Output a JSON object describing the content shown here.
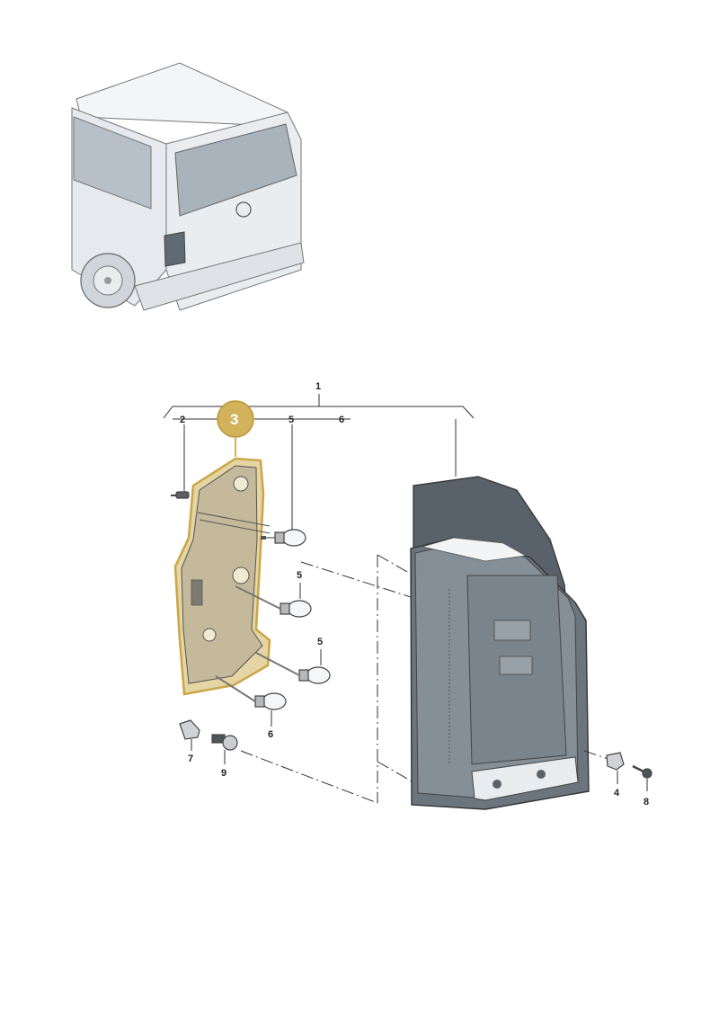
{
  "callout": {
    "label": "3",
    "color": "#d2b25a"
  },
  "labels": {
    "p1": "1",
    "p2": "2",
    "p5_top": "5",
    "p6_top": "6",
    "p5_mid": "5",
    "p5_low": "5",
    "p6_low": "6",
    "p7": "7",
    "p9": "9",
    "p4": "4",
    "p8": "8"
  },
  "colors": {
    "highlight": "#d2b25a",
    "lamp_body": "#5f6a74",
    "van_body": "#e4e8ec"
  }
}
